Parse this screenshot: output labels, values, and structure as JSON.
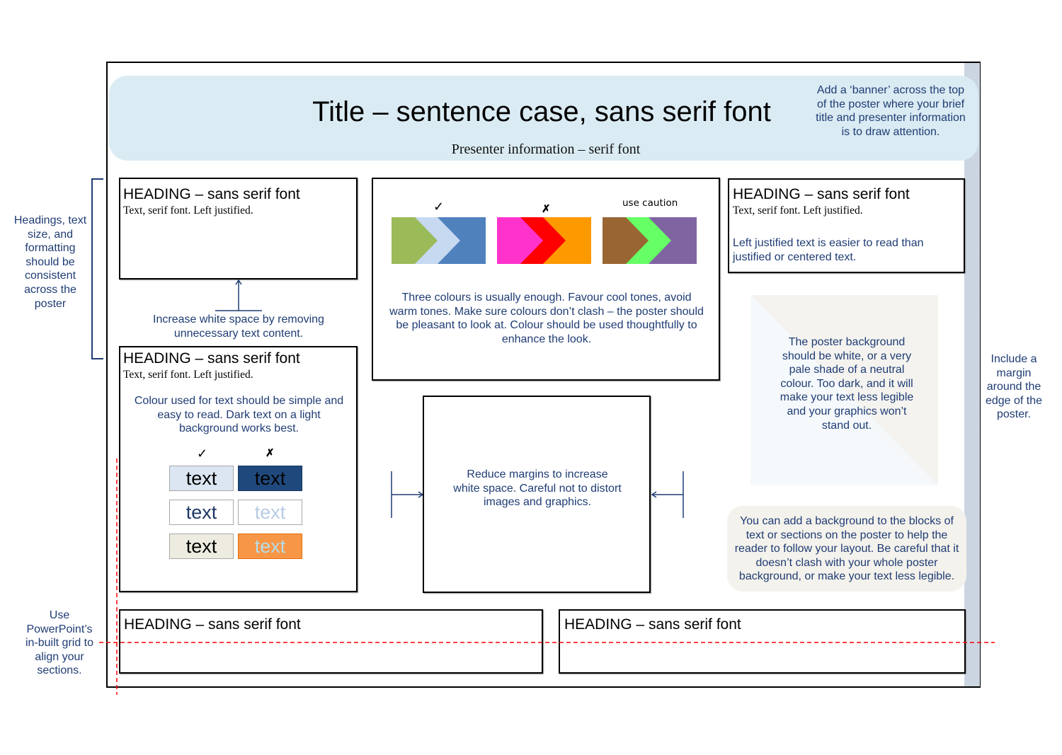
{
  "banner": {
    "title": "Title – sentence case, sans serif font",
    "presenter": "Presenter information – serif font",
    "note": "Add a ‘banner’ across the top of the poster where your brief title and presenter information is to draw attention."
  },
  "side_notes": {
    "headings_consistency": "Headings, text size, and formatting should be consistent across the poster",
    "use_grid": "Use PowerPoint’s in-built grid to align your sections.",
    "include_margin": "Include a margin around the edge of the poster."
  },
  "sections": {
    "top_left": {
      "heading": "HEADING – sans serif font",
      "body": "Text, serif font. Left justified."
    },
    "white_space_note": "Increase white space by removing unnecessary text content.",
    "mid_left": {
      "heading": "HEADING – sans serif font",
      "body": "Text, serif font. Left justified.",
      "note": "Colour used for text should be simple and easy to read. Dark text on a light background works best.",
      "good_mark": "✓",
      "bad_mark": "✗",
      "swatches": [
        {
          "text": "text",
          "verdict": "good",
          "bg": "#dce6f2",
          "fg": "#000000"
        },
        {
          "text": "text",
          "verdict": "bad",
          "bg": "#1f497d",
          "fg": "#000000"
        },
        {
          "text": "text",
          "verdict": "good",
          "bg": "#ffffff",
          "fg": "#1f3864"
        },
        {
          "text": "text",
          "verdict": "bad",
          "bg": "#ffffff",
          "fg": "#b8cce4"
        },
        {
          "text": "text",
          "verdict": "good",
          "bg": "#eeece1",
          "fg": "#000000"
        },
        {
          "text": "text",
          "verdict": "bad",
          "bg": "#f79646",
          "fg": "#b7dde8"
        }
      ]
    },
    "colour_block": {
      "good_mark": "✓",
      "bad_mark": "✗",
      "caution_label": "use caution",
      "palettes": [
        {
          "verdict": "good",
          "colors": [
            "#9bbb59",
            "#c6d9f1",
            "#4f81bd"
          ]
        },
        {
          "verdict": "bad",
          "colors": [
            "#ff33cc",
            "#ff0000",
            "#ff9900"
          ]
        },
        {
          "verdict": "caution",
          "colors": [
            "#996633",
            "#66ff66",
            "#8064a2"
          ]
        }
      ],
      "note": "Three colours is usually enough. Favour cool tones, avoid warm tones. Make sure colours don’t clash – the poster should be pleasant to look at. Colour should be used thoughtfully to enhance the look."
    },
    "top_right": {
      "heading": "HEADING – sans serif font",
      "body": "Text, serif font. Left justified.",
      "note": "Left justified text is easier to read than justified or centered text."
    },
    "margins_box": {
      "note": "Reduce margins to increase white space. Careful not to distort images and graphics."
    },
    "background_note": "The poster background should be white, or a very pale shade of a neutral colour. Too dark, and it will make your text less legible and your graphics won’t stand out.",
    "block_background_note": "You can add a background to the blocks of text or sections on the poster to help the reader to follow your layout. Be careful that it doesn’t clash with your whole poster background, or make your text less legible.",
    "bottom_left": {
      "heading": "HEADING – sans serif font"
    },
    "bottom_right": {
      "heading": "HEADING – sans serif font"
    }
  },
  "colors": {
    "note_text": "#1f3c74",
    "banner_bg": "#daebf3",
    "grid_line": "#ff0000",
    "margin_strip": "#c9d4e1"
  }
}
